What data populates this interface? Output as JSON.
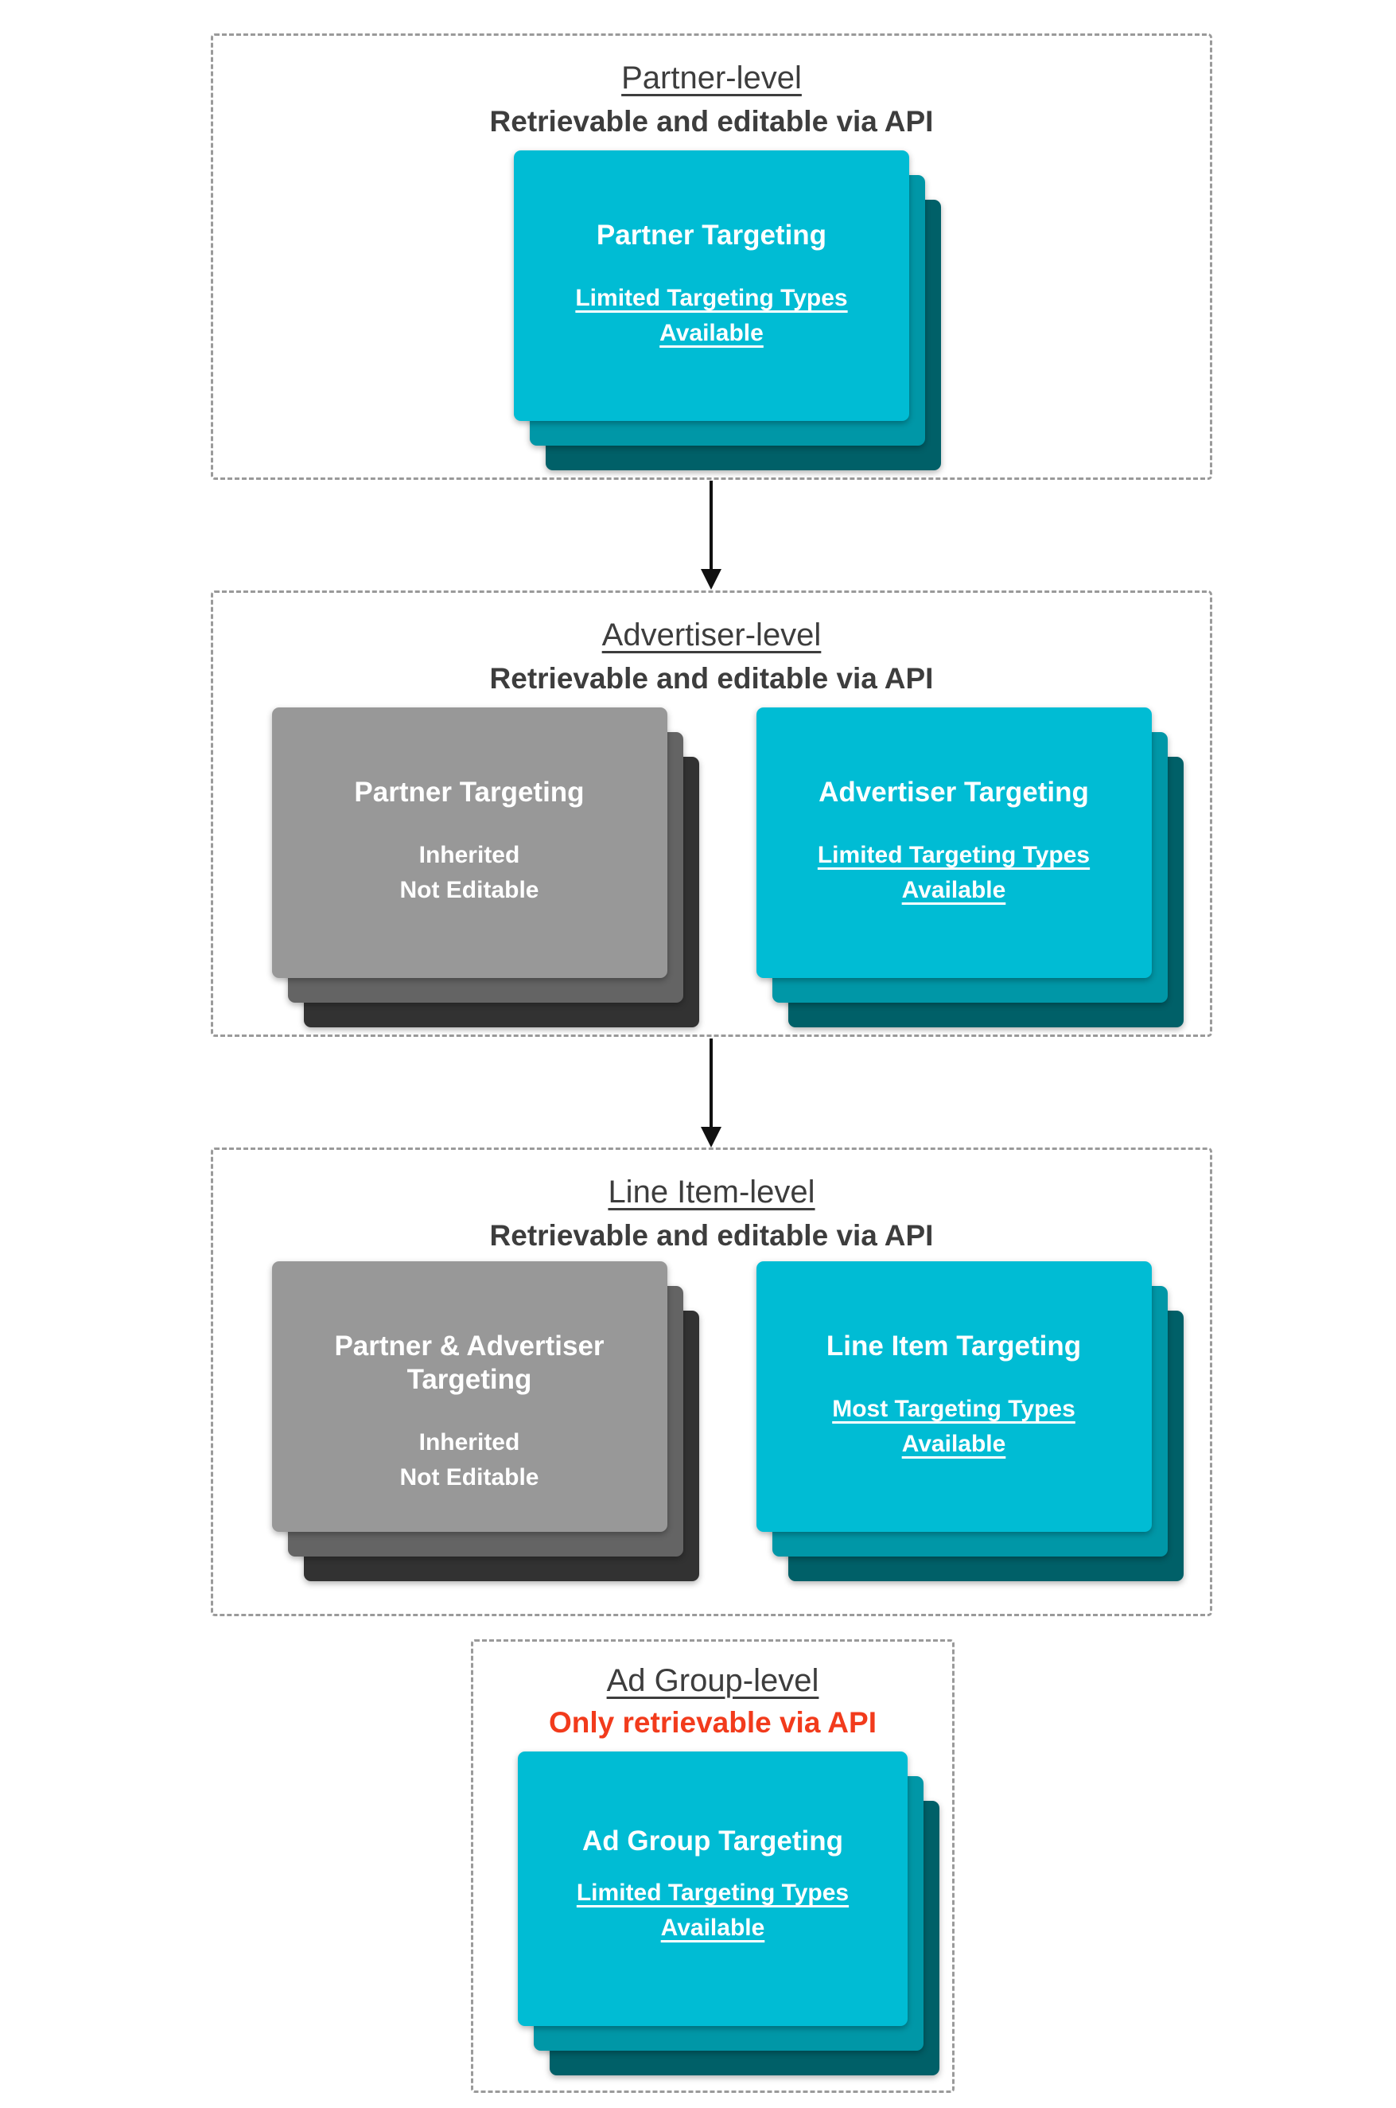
{
  "colors": {
    "background": "#ffffff",
    "dash-border": "#9a9a9a",
    "heading": "#3d3d3d",
    "alert-red": "#f23b1c",
    "arrow": "#111111",
    "card-text": "#ffffff",
    "teal-front": "#00bcd4",
    "teal-mid": "#0097a7",
    "teal-back": "#006068",
    "gray-front": "#989898",
    "gray-mid": "#646464",
    "gray-back": "#323232"
  },
  "icons": {
    "connector_1": "arrow-down",
    "connector_2": "arrow-down"
  },
  "sections": [
    {
      "title": "Partner-level",
      "subtitle": "Retrievable and editable via API",
      "cards": [
        {
          "variant": "teal",
          "title": "Partner Targeting",
          "lines": [
            "Limited Targeting Types",
            "Available"
          ],
          "underlined": true
        }
      ]
    },
    {
      "title": "Advertiser-level",
      "subtitle": "Retrievable and editable via API",
      "cards": [
        {
          "variant": "gray",
          "title": "Partner Targeting",
          "lines": [
            "Inherited",
            "Not Editable"
          ],
          "underlined": false
        },
        {
          "variant": "teal",
          "title": "Advertiser Targeting",
          "lines": [
            "Limited Targeting Types",
            "Available"
          ],
          "underlined": true
        }
      ]
    },
    {
      "title": "Line Item-level",
      "subtitle": "Retrievable and editable via API",
      "cards": [
        {
          "variant": "gray",
          "title": "Partner & Advertiser Targeting",
          "lines": [
            "Inherited",
            "Not Editable"
          ],
          "underlined": false
        },
        {
          "variant": "teal",
          "title": "Line Item Targeting",
          "lines": [
            "Most Targeting Types",
            "Available"
          ],
          "underlined": true
        }
      ]
    },
    {
      "title": "Ad Group-level",
      "subtitle": "Only retrievable via API",
      "cards": [
        {
          "variant": "teal",
          "title": "Ad Group Targeting",
          "lines": [
            "Limited Targeting Types",
            "Available"
          ],
          "underlined": true
        }
      ]
    }
  ]
}
